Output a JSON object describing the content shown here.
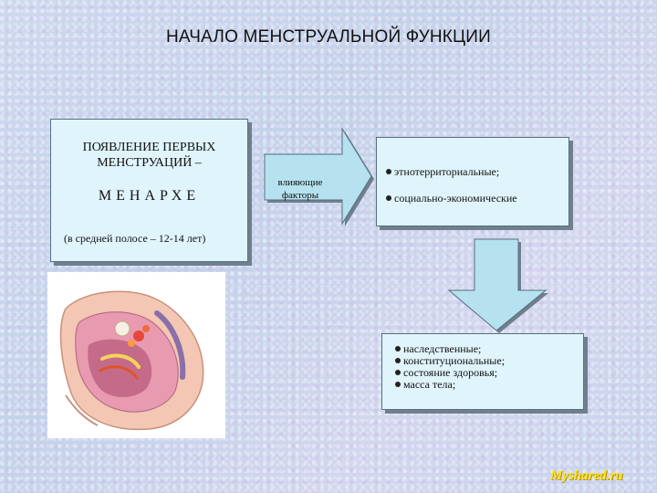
{
  "title": "НАЧАЛО МЕНСТРУАЛЬНОЙ ФУНКЦИИ",
  "main_box": {
    "heading_line1": "ПОЯВЛЕНИЕ ПЕРВЫХ",
    "heading_line2": "МЕНСТРУАЦИЙ –",
    "term": "МЕНАРХЕ",
    "note": "(в средней полосе – 12-14 лет)"
  },
  "factor_arrow": {
    "label_line1": "влияющие",
    "label_line2": "факторы"
  },
  "top_factors": [
    "этнотерриториальные;",
    "социально-экономические"
  ],
  "bottom_factors": [
    "наследственные;",
    "конституциональные;",
    "состояние здоровья;",
    "масса тела;"
  ],
  "logo": "Myshared.ru",
  "colors": {
    "box_fill": "#dff4fb",
    "box_border": "#5a6f82",
    "arrow_fill": "#b5e2ee",
    "logo": "#ffe31a"
  },
  "icons": {
    "factor_arrow": "right-arrow-icon",
    "down_arrow": "down-arrow-icon",
    "illustration": "anatomy-illustration"
  }
}
